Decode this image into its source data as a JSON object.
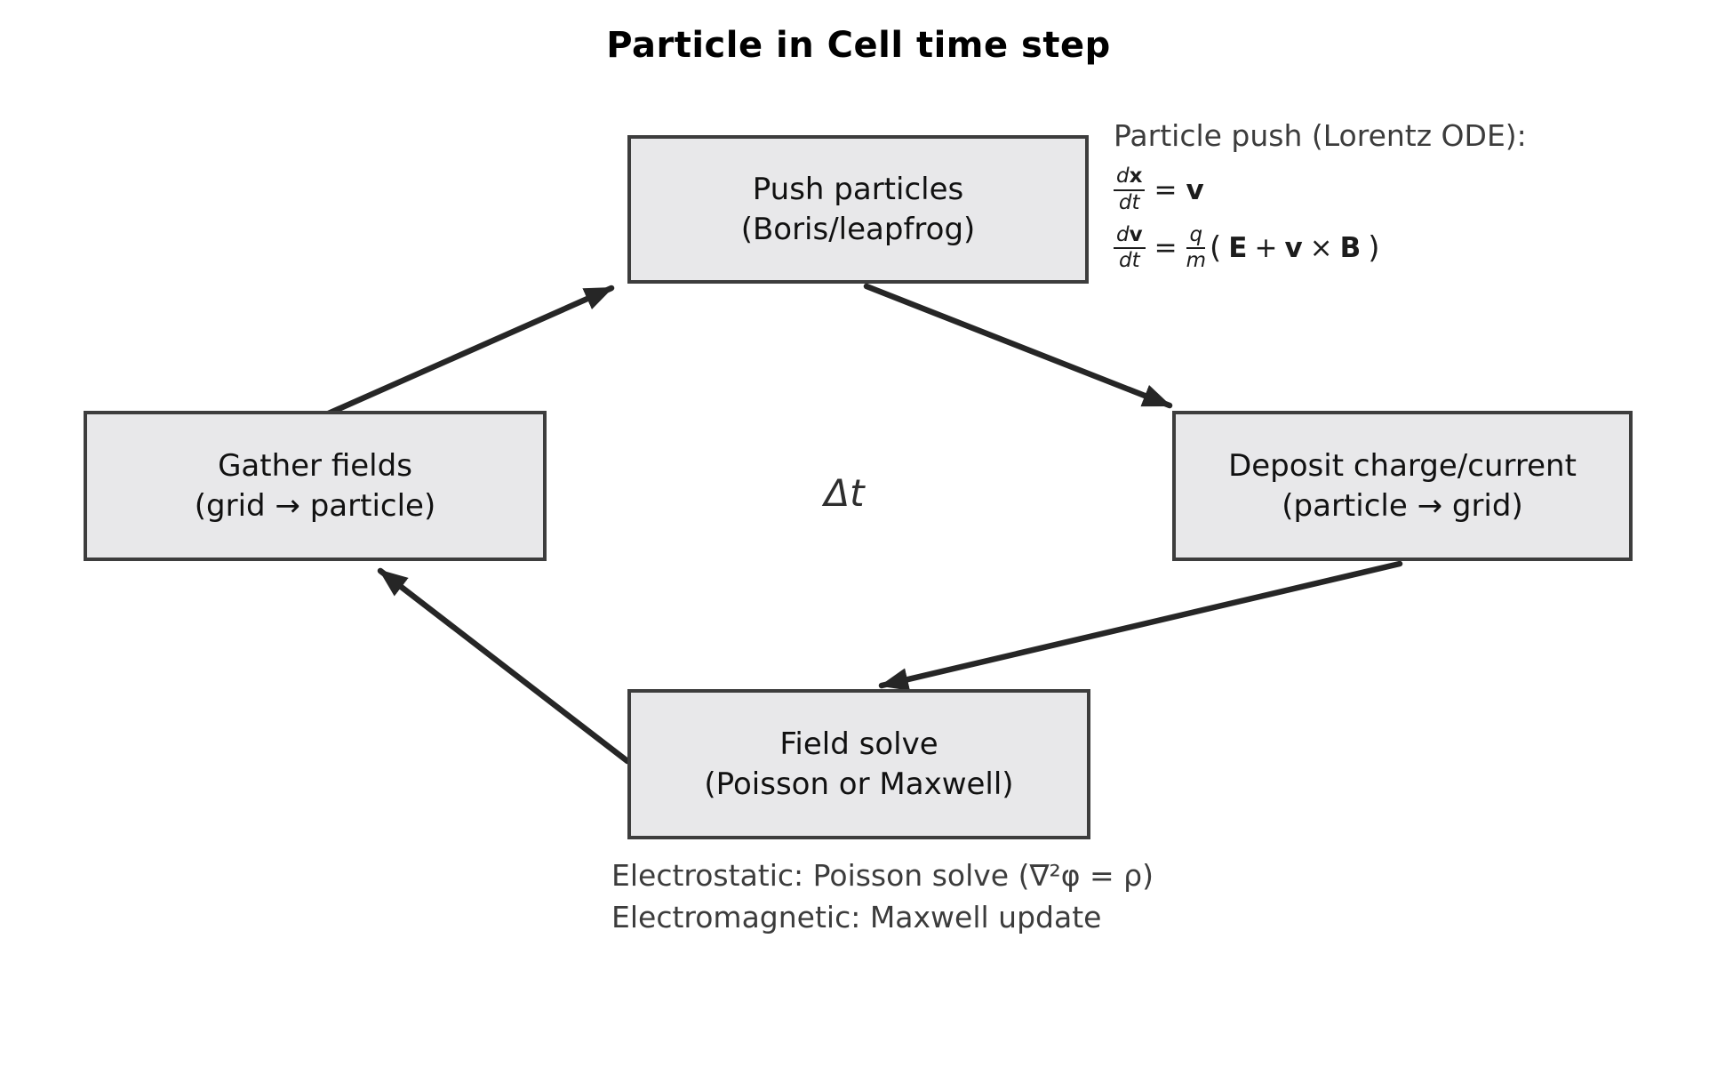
{
  "title": "Particle in Cell time step",
  "boxes": {
    "push": {
      "line1": "Push particles",
      "line2": "(Boris/leapfrog)"
    },
    "deposit": {
      "line1": "Deposit charge/current",
      "line2": "(particle → grid)"
    },
    "field": {
      "line1": "Field solve",
      "line2": "(Poisson or Maxwell)"
    },
    "gather": {
      "line1": "Gather fields",
      "line2": "(grid → particle)"
    }
  },
  "center_label": "Δt",
  "particle_push_note": {
    "heading": "Particle push (Lorentz ODE):",
    "eq1": {
      "num_d": "d",
      "num_var": "x",
      "den": "dt",
      "equals": "=",
      "rhs": "v"
    },
    "eq2": {
      "num_d": "d",
      "num_var": "v",
      "den": "dt",
      "equals": "=",
      "coef_num": "q",
      "coef_den": "m",
      "open_paren": "(",
      "e_field": "E",
      "plus": "+",
      "velocity": "v",
      "cross": "×",
      "b_field": "B",
      "close_paren": ")"
    }
  },
  "field_solve_note": {
    "line1": "Electrostatic: Poisson solve (∇²φ = ρ)",
    "line2": "Electromagnetic: Maxwell update"
  },
  "colors": {
    "box_fill": "#e8e8ea",
    "box_border": "#3d3d3d",
    "arrow": "#262626",
    "box_text": "#111111",
    "note_text": "#3c3c3c"
  }
}
